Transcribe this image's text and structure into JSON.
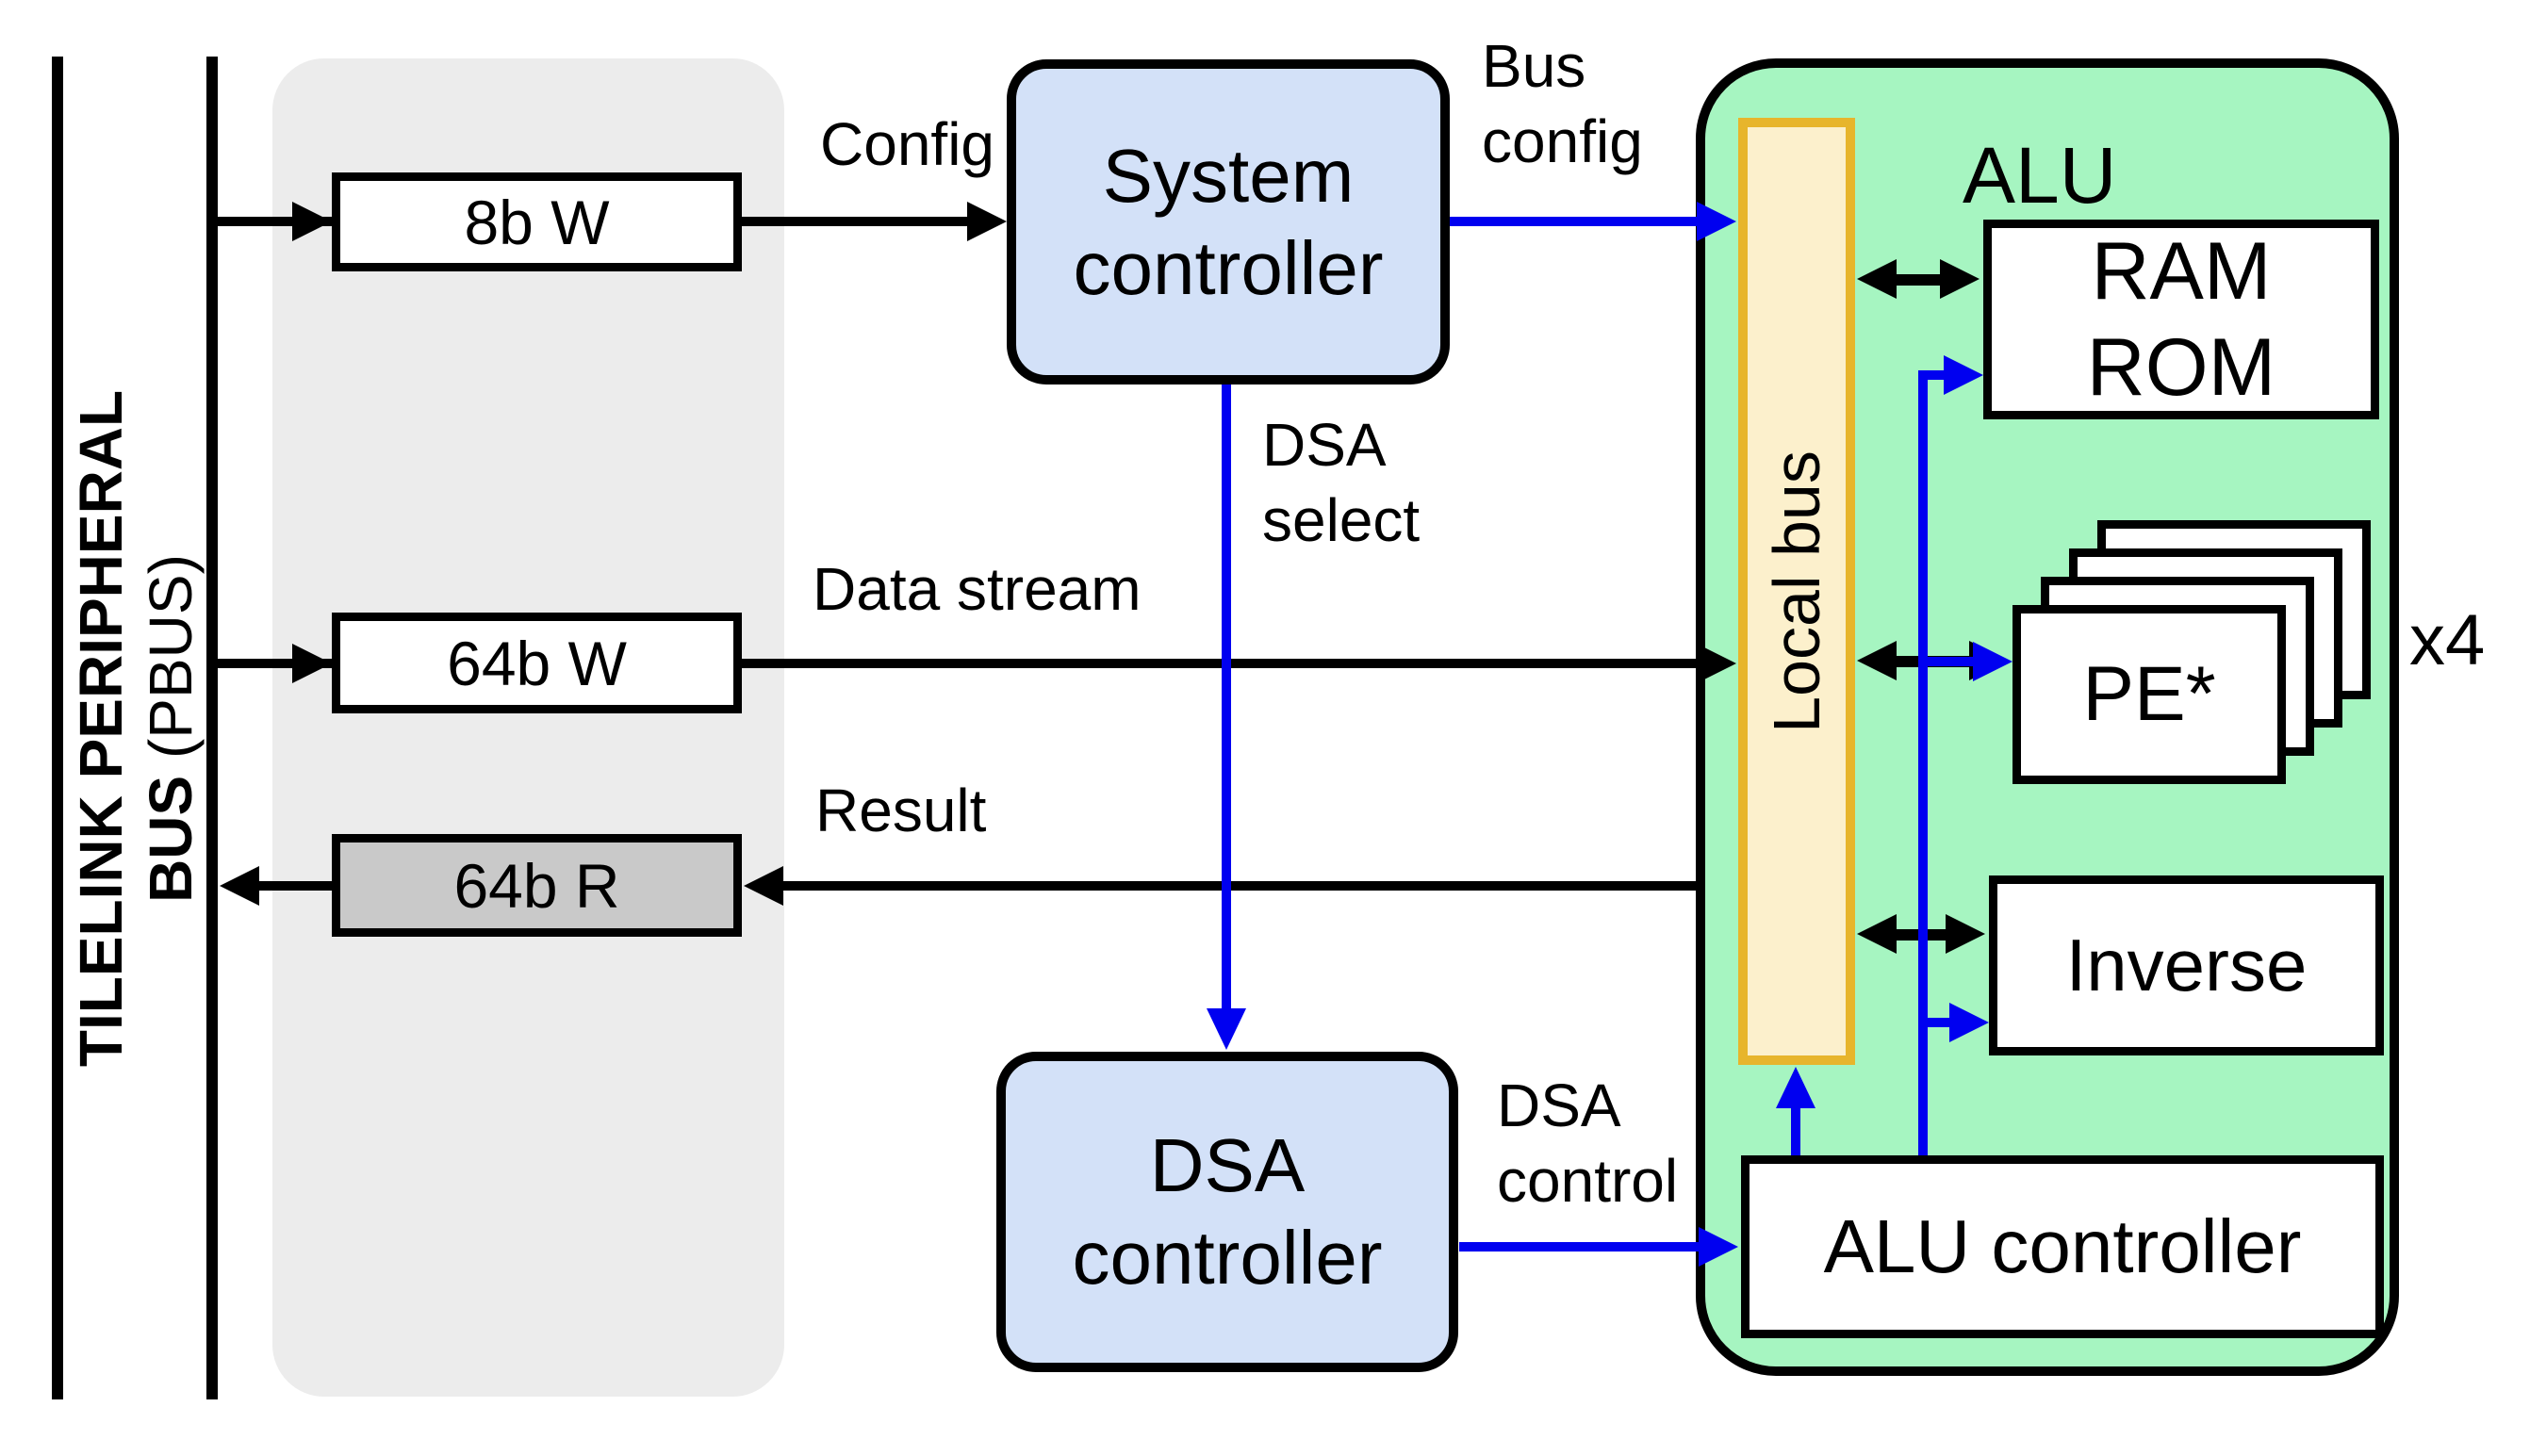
{
  "bus": {
    "line1": "TILELINK PERIPHERAL",
    "line2_bold": "BUS",
    "line2_rest": " (PBUS)"
  },
  "registers": {
    "config_write": {
      "label": "8b W"
    },
    "data_write": {
      "label": "64b W"
    },
    "result_read": {
      "label": "64b R"
    }
  },
  "labels": {
    "config": "Config",
    "bus_config_line1": "Bus",
    "bus_config_line2": "config",
    "data_stream": "Data stream",
    "result": "Result",
    "dsa_select_line1": "DSA",
    "dsa_select_line2": "select",
    "dsa_control_line1": "DSA",
    "dsa_control_line2": "control",
    "pe_multiplier": "x4"
  },
  "system_controller": {
    "line1": "System",
    "line2": "controller"
  },
  "dsa_controller": {
    "line1": "DSA",
    "line2": "controller"
  },
  "alu": {
    "title": "ALU",
    "local_bus_label": "Local bus",
    "ram_label": "RAM",
    "rom_label": "ROM",
    "pe_label": "PE*",
    "inverse_label": "Inverse",
    "controller_label": "ALU controller"
  },
  "colors": {
    "controller_fill": "#d3e1f8",
    "alu_region_fill": "#a6f5c1",
    "local_bus_fill": "#fcf0cc",
    "local_bus_border": "#e7b52c",
    "pbus_panel_fill": "#ececec",
    "read_register_fill": "#c9c9c9",
    "control_arrow_blue": "#0000f0",
    "line_black": "#000000"
  }
}
